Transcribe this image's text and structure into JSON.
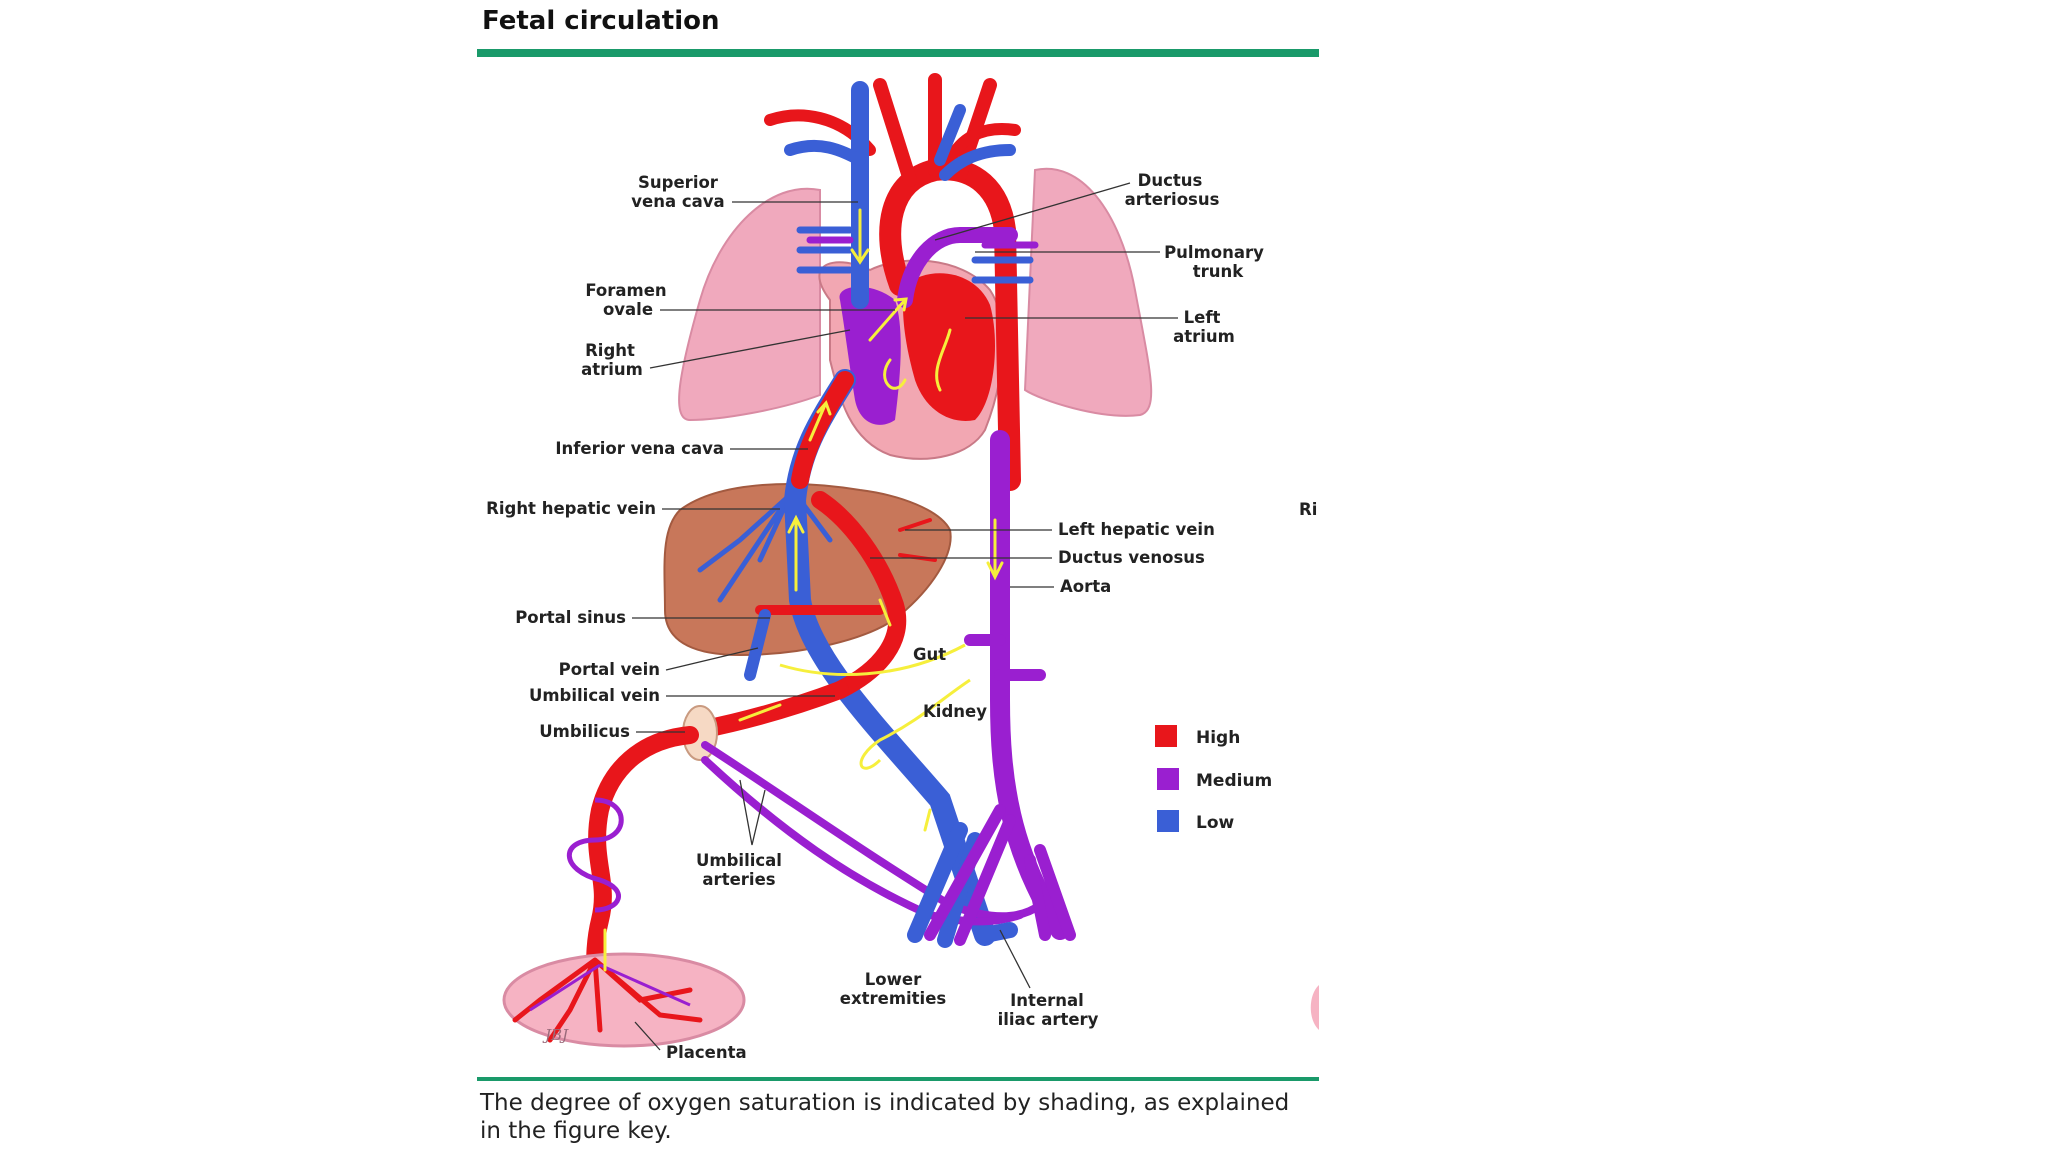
{
  "title": "Fetal circulation",
  "caption": "The degree of oxygen saturation is indicated by shading, as explained in the figure key.",
  "labels": {
    "superior_vena_cava": [
      "Superior",
      "vena cava"
    ],
    "ductus_arteriosus": [
      "Ductus",
      "arteriosus"
    ],
    "pulmonary_trunk": [
      "Pulmonary",
      "trunk"
    ],
    "foramen_ovale": [
      "Foramen",
      "ovale"
    ],
    "left_atrium": [
      "Left",
      "atrium"
    ],
    "right_atrium": [
      "Right",
      "atrium"
    ],
    "inferior_vena_cava": "Inferior vena cava",
    "right_hepatic_vein": "Right hepatic vein",
    "left_hepatic_vein": "Left hepatic vein",
    "ductus_venosus": "Ductus venosus",
    "aorta": "Aorta",
    "portal_sinus": "Portal sinus",
    "gut": "Gut",
    "portal_vein": "Portal vein",
    "umbilical_vein": "Umbilical vein",
    "kidney": "Kidney",
    "umbilicus": "Umbilicus",
    "umbilical_arteries": [
      "Umbilical",
      "arteries"
    ],
    "lower_extremities": [
      "Lower",
      "extremities"
    ],
    "internal_iliac_artery": [
      "Internal",
      "iliac artery"
    ],
    "placenta": "Placenta",
    "cut_off_text": "Ri",
    "artist_signature": "JBJ"
  },
  "legend": [
    {
      "label": "High",
      "color": "#e8161b"
    },
    {
      "label": "Medium",
      "color": "#9a1fd0"
    },
    {
      "label": "Low",
      "color": "#3a5fd6"
    }
  ],
  "colors": {
    "high": "#e8161b",
    "medium": "#9a1fd0",
    "low": "#3a5fd6",
    "lung": "#f0a9bd",
    "liver": "#c8775a",
    "placenta": "#f6b3c3",
    "flow_arrow": "#f6ef3c",
    "rule": "#1a9a6a"
  }
}
